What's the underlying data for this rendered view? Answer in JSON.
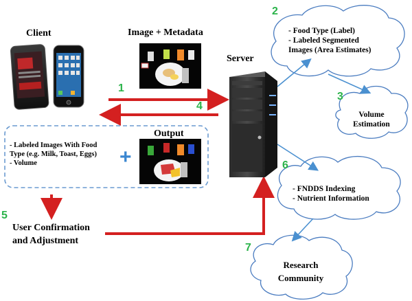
{
  "client": {
    "title": "Client"
  },
  "image_meta": {
    "title": "Image + Metadata"
  },
  "server": {
    "title": "Server"
  },
  "output": {
    "title": "Output",
    "lines": [
      "- Labeled Images With Food",
      "Type  (e.g. Milk, Toast, Eggs)",
      "- Volume"
    ]
  },
  "user_confirm": {
    "lines": [
      "User Confirmation",
      "and Adjustment"
    ]
  },
  "cloud_food": {
    "lines": [
      "- Food Type (Label)",
      "- Labeled Segmented",
      "Images (Area Estimates)"
    ]
  },
  "cloud_volume": {
    "lines": [
      "Volume",
      "Estimation"
    ]
  },
  "cloud_fndds": {
    "lines": [
      "- FNDDS Indexing",
      "- Nutrient Information"
    ]
  },
  "cloud_research": {
    "lines": [
      "Research",
      "Community"
    ]
  },
  "steps": [
    "1",
    "2",
    "3",
    "4",
    "5",
    "6",
    "7"
  ],
  "colors": {
    "arrow_red": "#d42020",
    "arrow_blue": "#4a90d0",
    "step_green": "#2bb34a",
    "cloud_stroke": "#4a7cc0"
  },
  "icons": [
    "phone-left-icon",
    "phone-right-icon",
    "server-tower-icon",
    "meal-photo-icon",
    "segmented-meal-photo-icon"
  ]
}
